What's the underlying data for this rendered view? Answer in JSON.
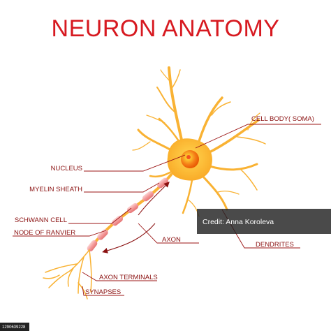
{
  "title": "NEURON ANATOMY",
  "labels": {
    "cell_body": "CELL BODY( SOMA)",
    "nucleus": "NUCLEUS",
    "myelin_sheath": "MYELIN SHEATH",
    "schwann_cell": "SCHWANN CELL",
    "node_of_ranvier": "NODE OF RANVIER",
    "axon": "AXON",
    "dendrites": "DENDRITES",
    "axon_terminals": "AXON TERMINALS",
    "synapses": "SYNAPSES"
  },
  "watermark": {
    "credit": "Credit: Anna  Koroleva",
    "image_id": "1290639228"
  },
  "colors": {
    "title": "#d71920",
    "label": "#8a1010",
    "neuron": "#fbc02d",
    "nucleus": "#f0a800",
    "myelin": "#f4a0a0"
  }
}
